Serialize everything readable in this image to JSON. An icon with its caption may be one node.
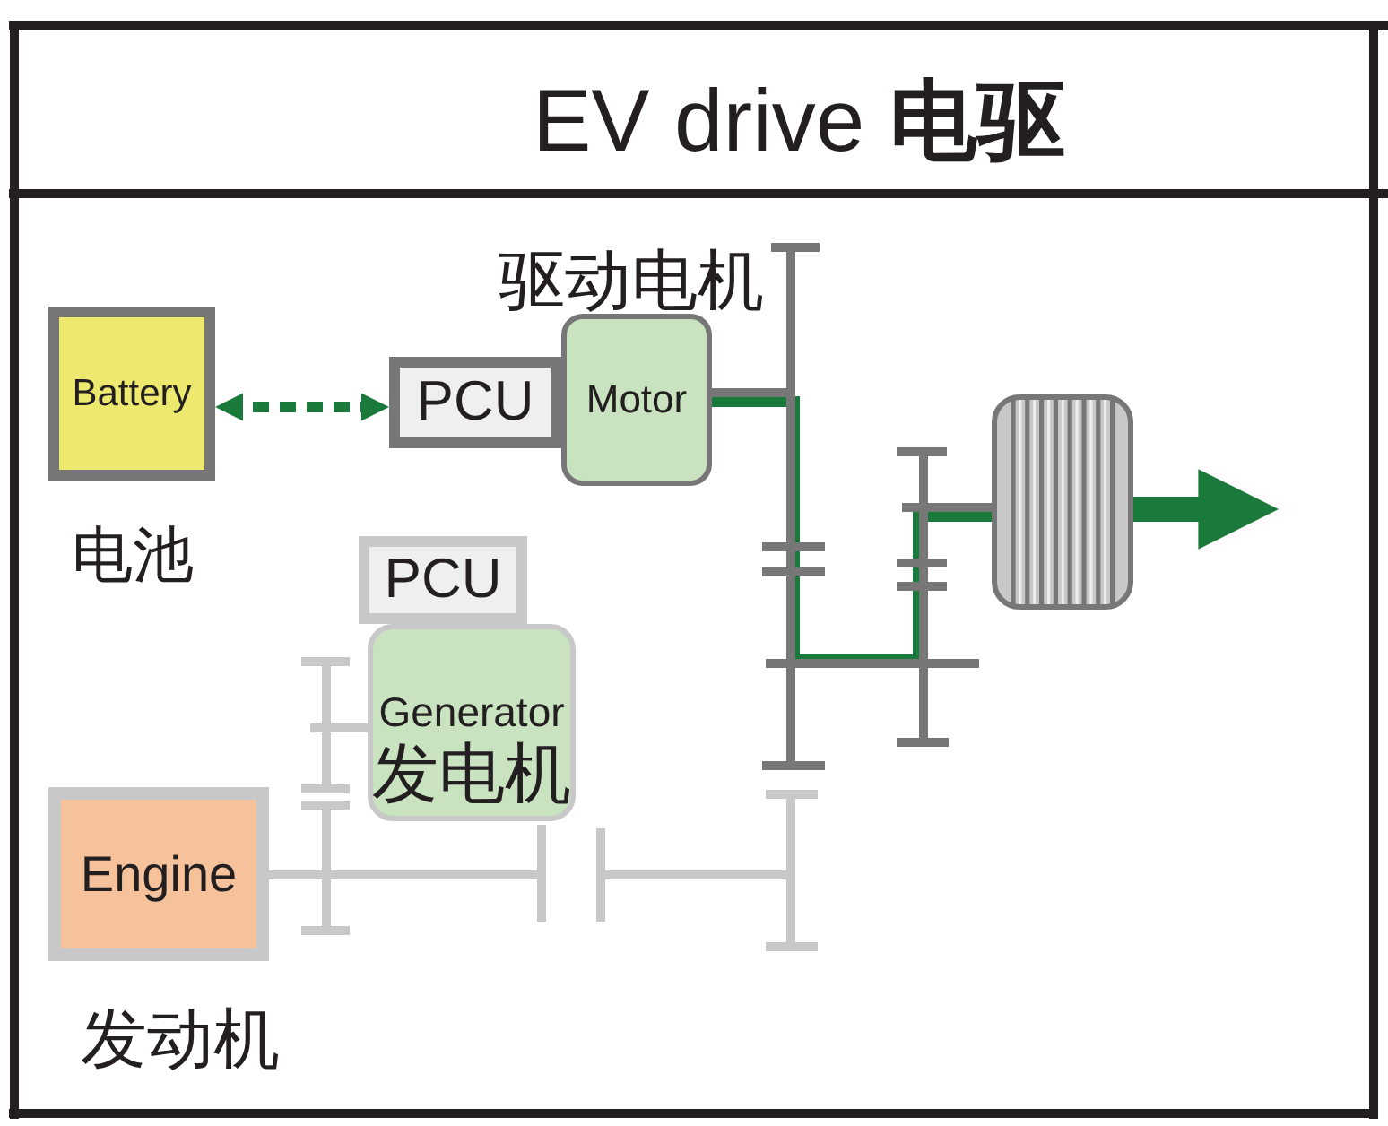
{
  "diagram": {
    "title": "EV drive **电驱**",
    "nodes": [
      {
        "text": [
          "Battery"
        ],
        "beside": [
          "电池"
        ]
      },
      {
        "text": [
          "PCU"
        ]
      },
      {
        "text": [
          "Motor"
        ],
        "beside": [
          "驱动电机"
        ]
      },
      {
        "text": [],
        "shape": "picture"
      },
      {
        "text": [
          "PCU"
        ]
      },
      {
        "text": [
          "Generator",
          "发电机"
        ]
      },
      {
        "text": [
          "Engine"
        ],
        "beside": [
          "发动机"
        ]
      }
    ],
    "edges": [
      {
        "from": 0,
        "to": 1,
        "arrow": "both",
        "style": "dashed"
      },
      {
        "from": 2,
        "to": 3,
        "arrow": "none"
      },
      {
        "from": 3,
        "to": null,
        "arrow": "to",
        "style": "thick"
      }
    ]
  }
}
